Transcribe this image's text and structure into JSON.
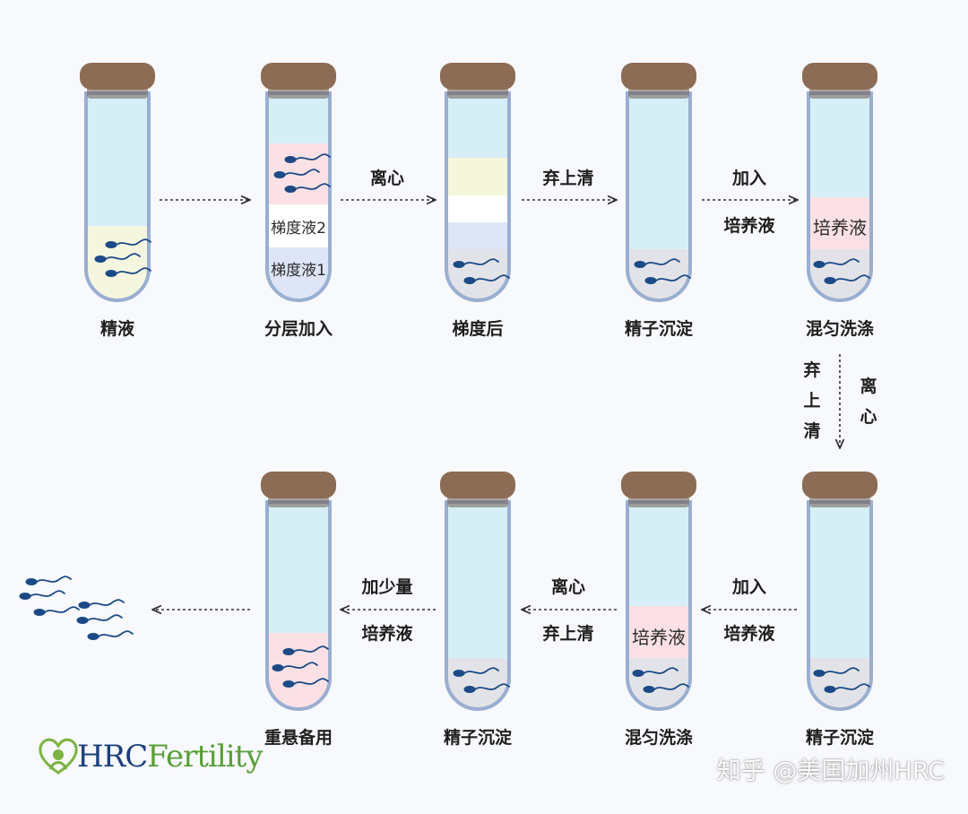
{
  "captions": {
    "t1": "精液",
    "t2": "分层加入",
    "t3": "梯度后",
    "t4": "精子沉淀",
    "t5": "混匀洗涤",
    "t6": "精子沉淀",
    "t7": "混匀洗涤",
    "t8": "精子沉淀",
    "t9": "重悬备用"
  },
  "tube_labels": {
    "gradient2": "梯度液2",
    "gradient1": "梯度液1",
    "medium_top": "培养液",
    "medium_bottom": "培养液"
  },
  "steps": {
    "s1": "离心",
    "s2": "弃上清",
    "s3_line1": "加入",
    "s3_line2": "培养液",
    "vertical_left": "弃上清",
    "vertical_right": "离心",
    "b1_line1": "加入",
    "b1_line2": "培养液",
    "b2_line1": "离心",
    "b2_line2": "弃上清",
    "b3_line1": "加少量",
    "b3_line2": "培养液"
  },
  "logo": {
    "prefix": "HRC",
    "suffix": "Fertility"
  },
  "watermark": "知乎 @美国加州HRC",
  "colors": {
    "cap": "#8c6c55",
    "glass_edge": "#9aaed1",
    "liquid_blue": "#d6eff6",
    "semen": "#f5f6df",
    "pink": "#fbe1e5",
    "white": "#ffffff",
    "lavender": "#dde5f6",
    "yellow": "#f6f6dc",
    "pellet": "#e2e3e8",
    "sperm": "#1c4a86"
  }
}
